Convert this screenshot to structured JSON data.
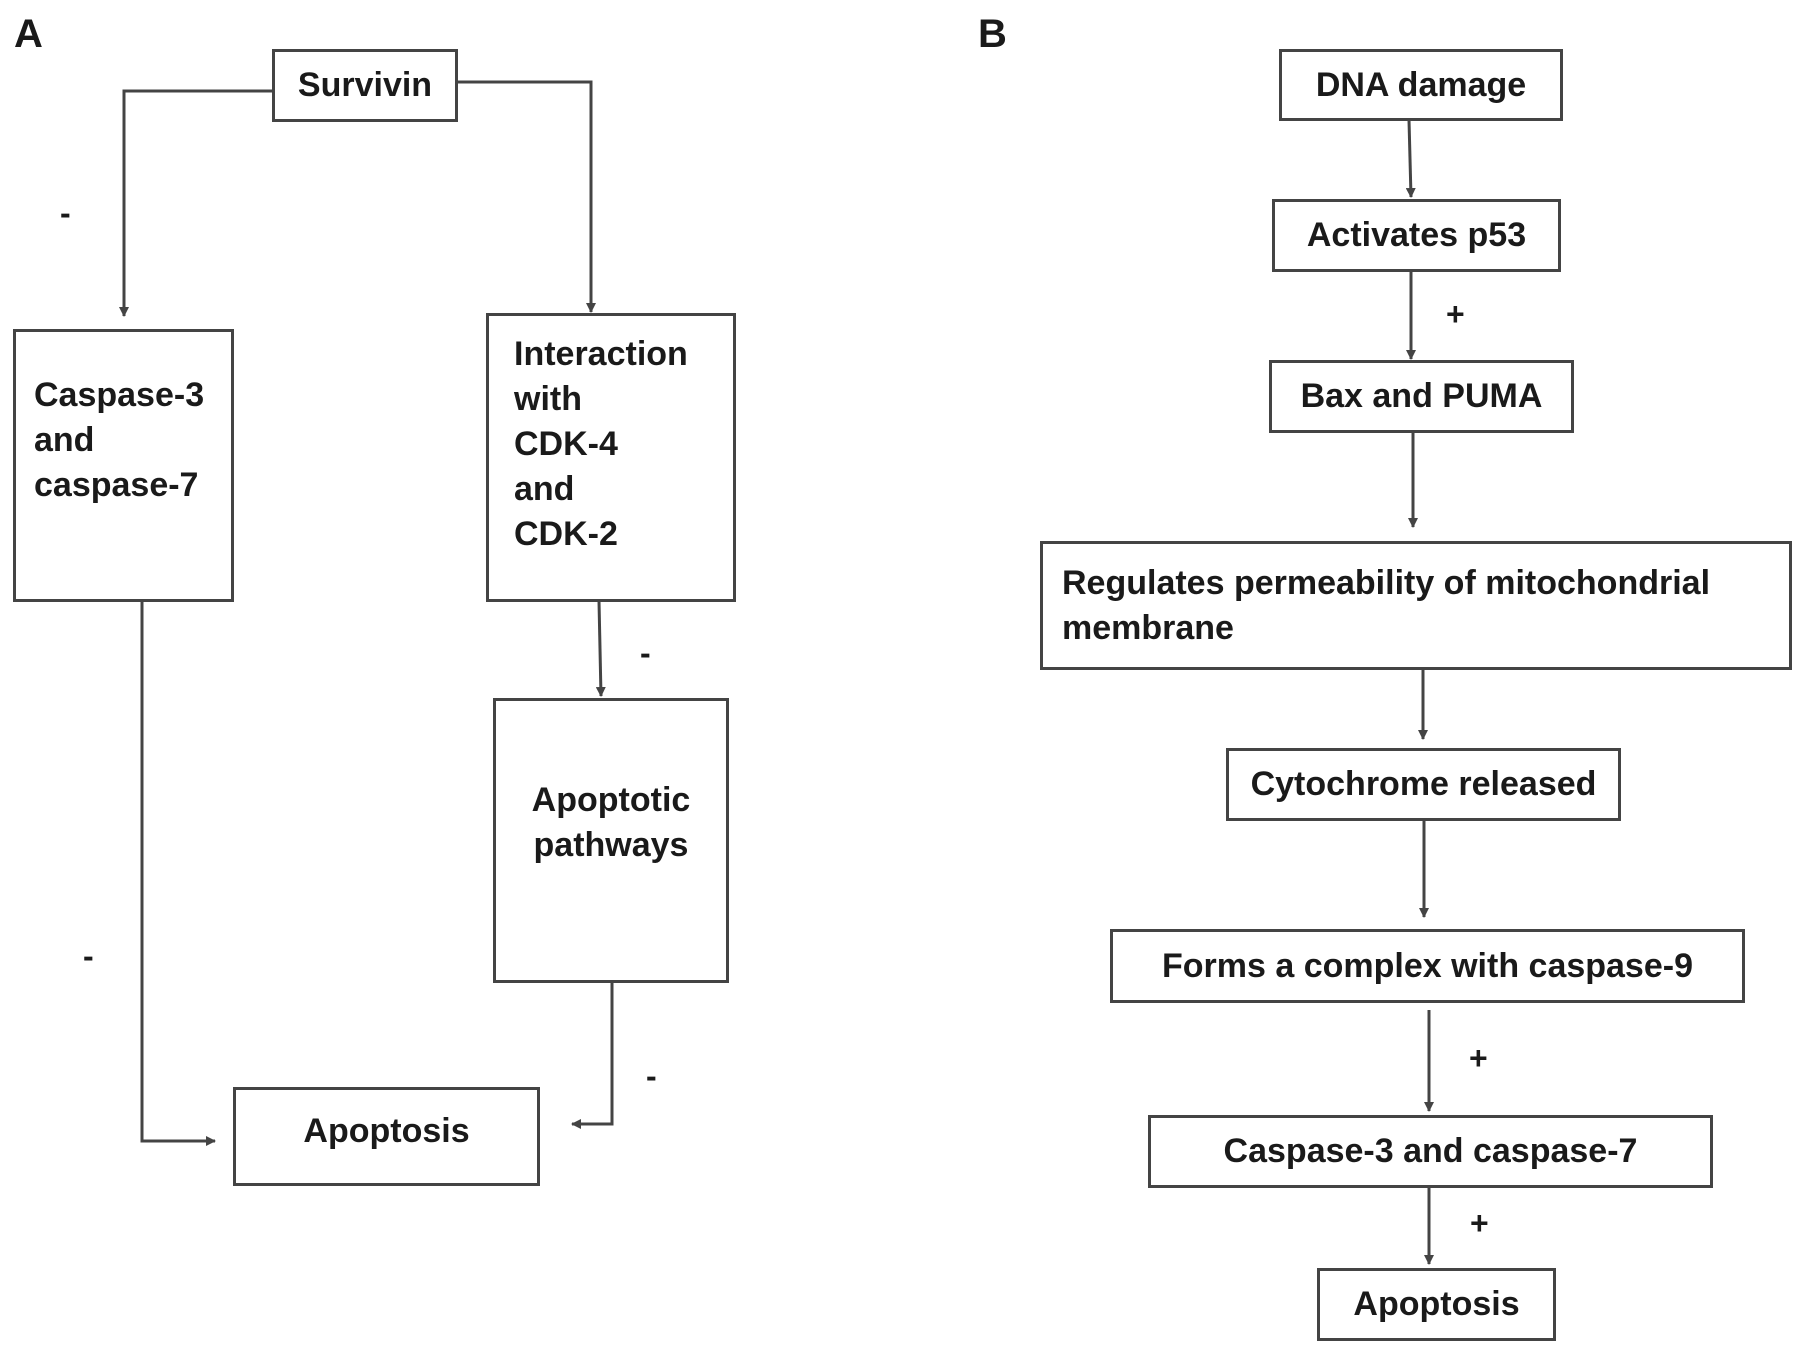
{
  "panel_a": {
    "label": "A",
    "survivin": "Survivin",
    "caspase_box": [
      "Caspase-3",
      "and",
      "caspase-7"
    ],
    "cdk_box": [
      "Interaction",
      "with",
      "CDK-4",
      "and",
      "CDK-2"
    ],
    "apoptotic_box": [
      "Apoptotic",
      "pathways"
    ],
    "apoptosis": "Apoptosis",
    "signs": {
      "survivin_to_caspase": "-",
      "cdk_to_apoptotic": "-",
      "caspase_to_apoptosis": "-",
      "apoptotic_to_apoptosis": "-"
    }
  },
  "panel_b": {
    "label": "B",
    "dna_damage": "DNA damage",
    "activates_p53": "Activates p53",
    "bax_puma": "Bax and PUMA",
    "regulates": [
      "Regulates permeability of mitochondrial",
      "membrane"
    ],
    "cytochrome": "Cytochrome released",
    "complex": "Forms a complex with caspase-9",
    "caspases": "Caspase-3 and caspase-7",
    "apoptosis": "Apoptosis",
    "signs": {
      "p53_to_bax": "+",
      "complex_to_caspases": "+",
      "caspases_to_apoptosis": "+"
    }
  }
}
